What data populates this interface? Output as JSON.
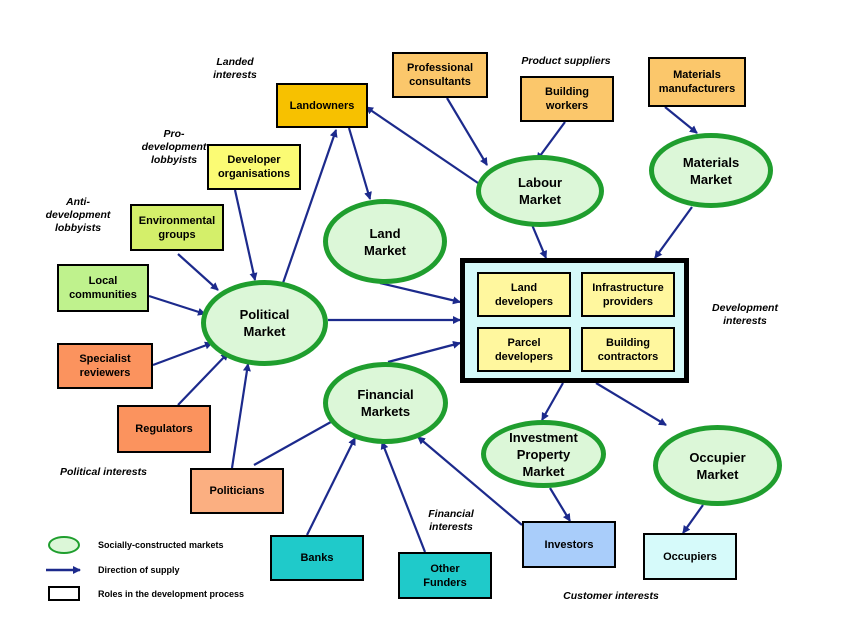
{
  "colors": {
    "market_border": "#1f9e2e",
    "market_fill": "#dcf7d8",
    "arrow": "#1c2a8c",
    "dev_box_fill": "#d6fafa",
    "inner_box_fill": "#fff79e"
  },
  "labels": {
    "landed_interests": "Landed\ninterests",
    "pro_development": "Pro-\ndevelopment\nlobbyists",
    "anti_development": "Anti-\ndevelopment\nlobbyists",
    "political_interests": "Political  interests",
    "product_suppliers": "Product suppliers",
    "development_interests": "Development\ninterests",
    "financial_interests": "Financial\ninterests",
    "customer_interests": "Customer interests"
  },
  "boxes": {
    "landowners": "Landowners",
    "professional_consultants": "Professional\nconsultants",
    "building_workers": "Building\nworkers",
    "materials_manufacturers": "Materials\nmanufacturers",
    "developer_organisations": "Developer\norganisations",
    "environmental_groups": "Environmental\ngroups",
    "local_communities": "Local\ncommunities",
    "specialist_reviewers": "Specialist\nreviewers",
    "regulators": "Regulators",
    "politicians": "Politicians",
    "banks": "Banks",
    "other_funders": "Other\nFunders",
    "investors": "Investors",
    "occupiers": "Occupiers"
  },
  "markets": {
    "labour": "Labour\nMarket",
    "materials": "Materials\nMarket",
    "land": "Land\nMarket",
    "political": "Political\nMarket",
    "financial": "Financial\nMarkets",
    "investment_property": "Investment\nProperty\nMarket",
    "occupier": "Occupier\nMarket"
  },
  "development_roles": {
    "land_developers": "Land\ndevelopers",
    "infrastructure_providers": "Infrastructure\nproviders",
    "parcel_developers": "Parcel\ndevelopers",
    "building_contractors": "Building\ncontractors"
  },
  "legend": {
    "markets": "Socially-constructed markets",
    "supply": "Direction of supply",
    "roles": "Roles in the development process"
  }
}
